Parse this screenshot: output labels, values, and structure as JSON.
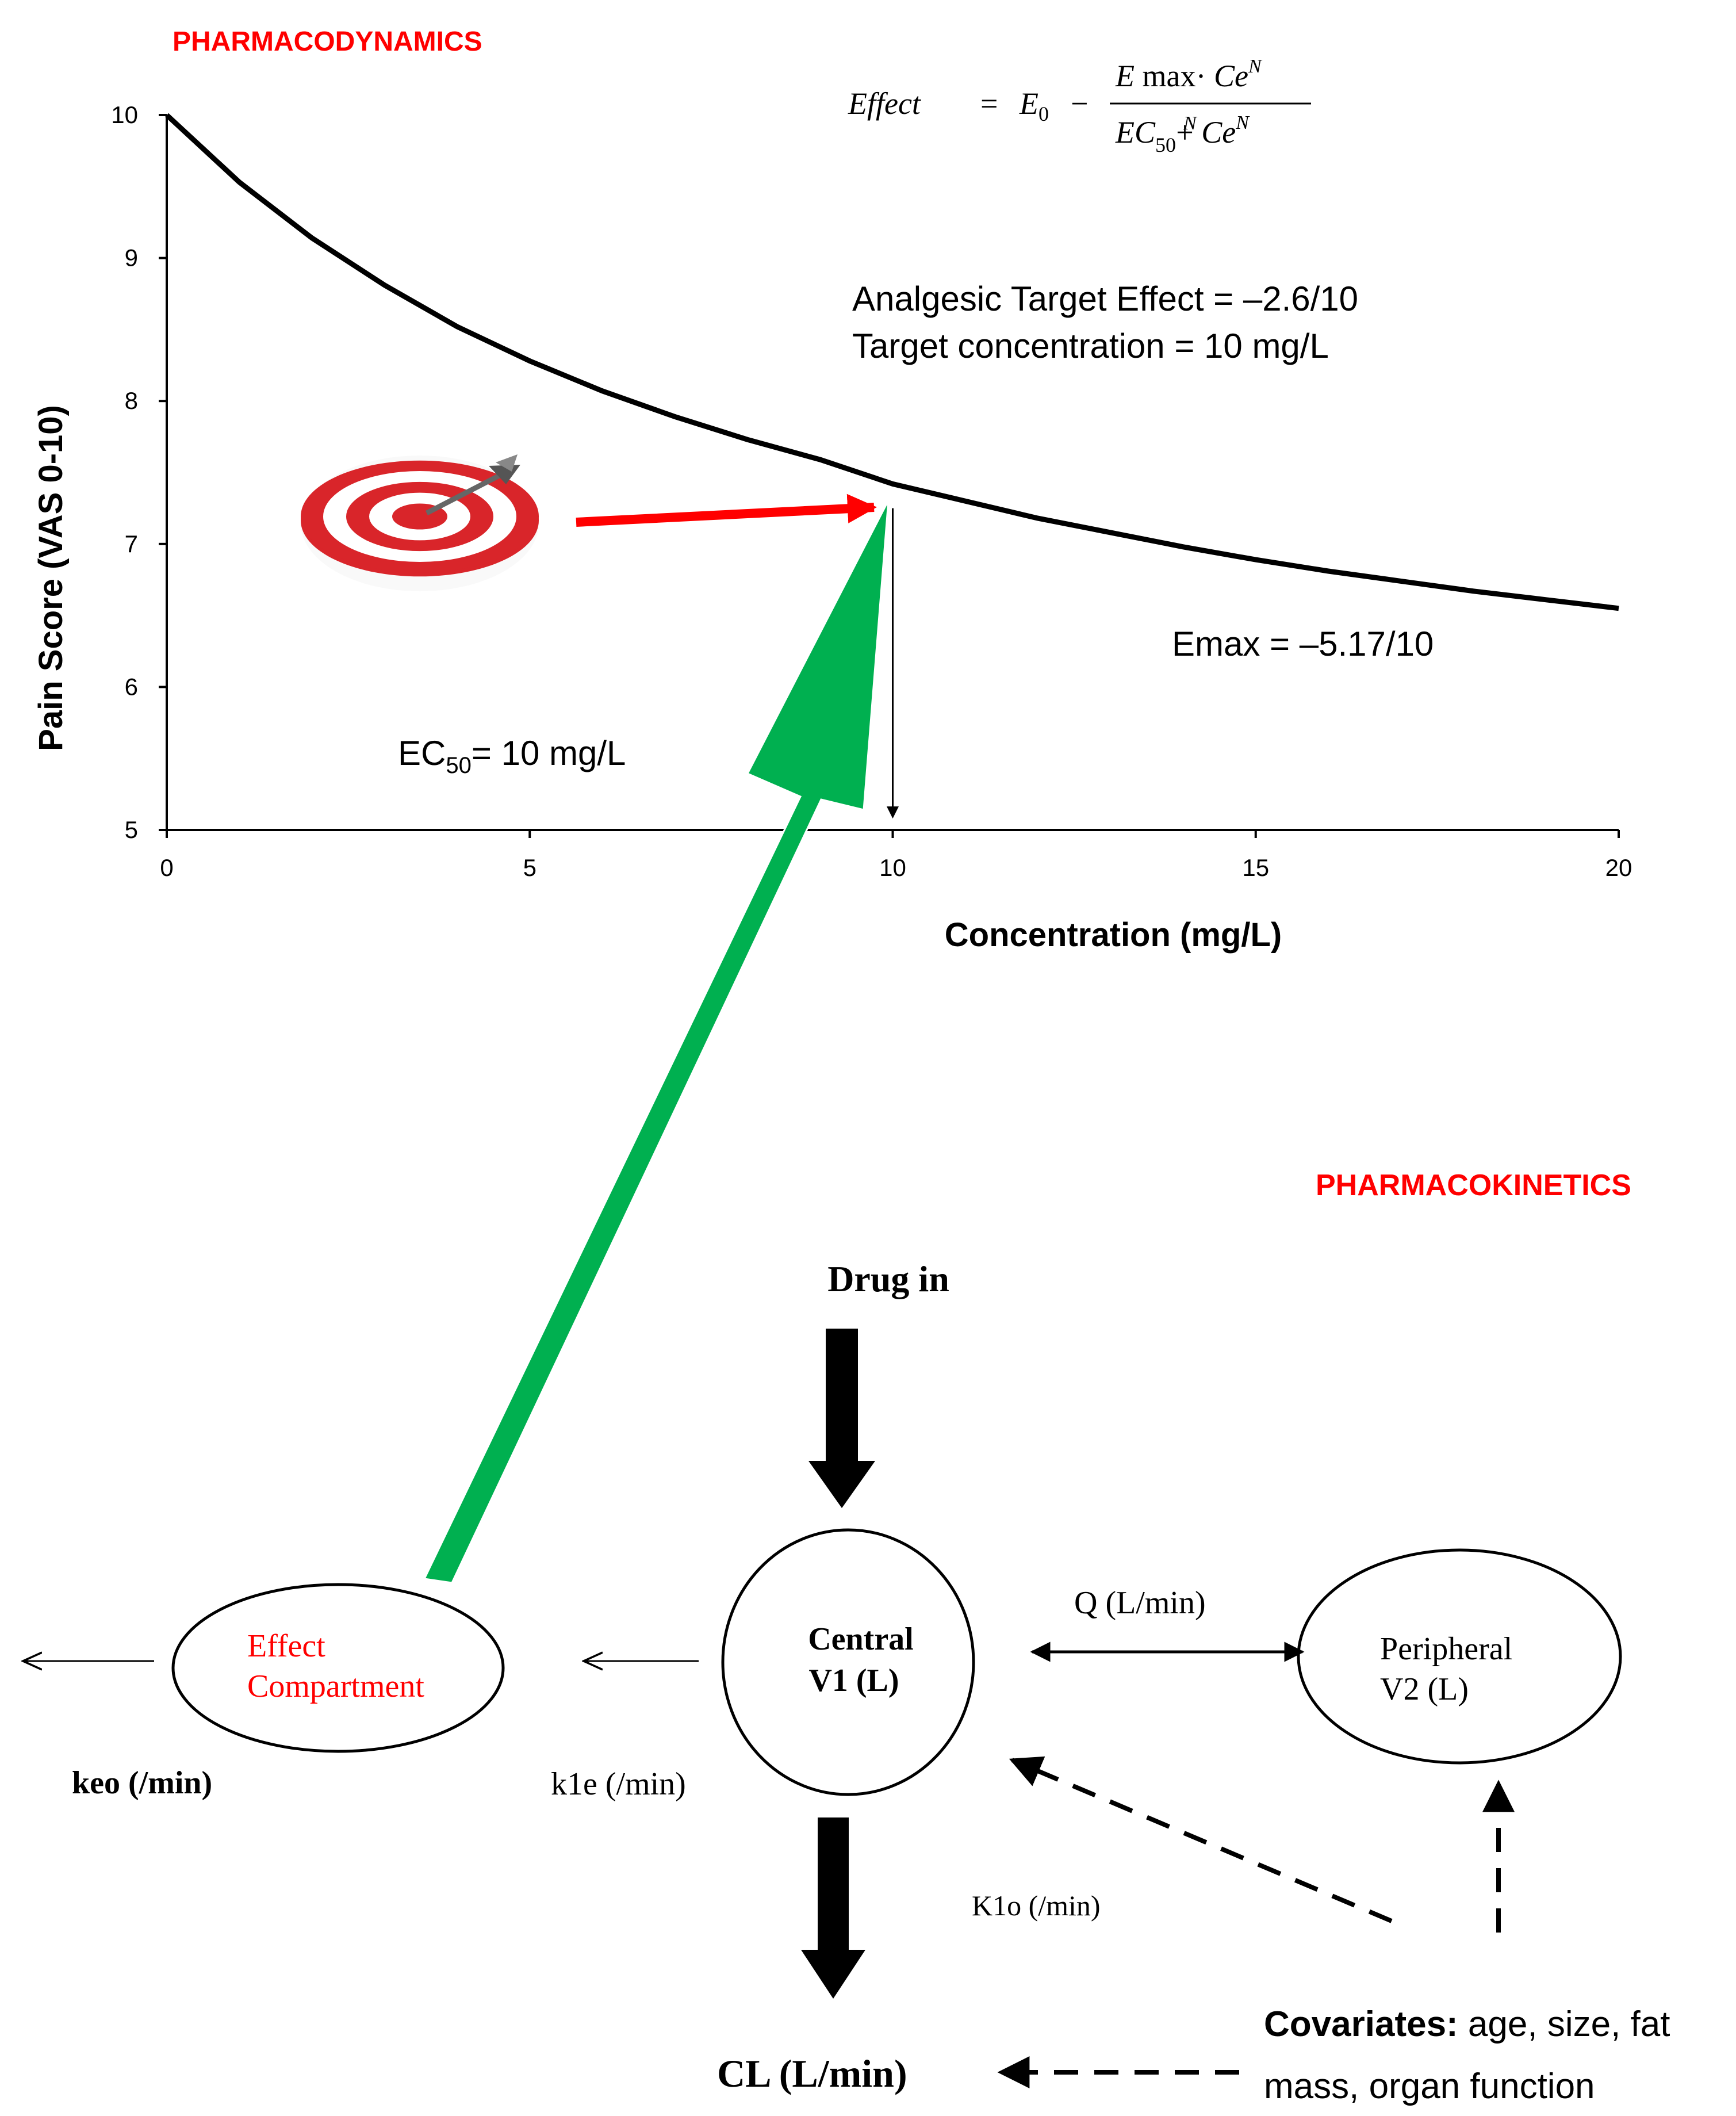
{
  "pd": {
    "section_title": "PHARMACODYNAMICS",
    "equation": {
      "lhs": "Effect",
      "eq": "=",
      "e0": "E",
      "e0_sub": "0",
      "minus": "−",
      "num_a": "E",
      "num_b": " max· ",
      "num_c": "Ce",
      "num_sup": "N",
      "den_a": "EC",
      "den_sub": "50",
      "den_sup": "N",
      "den_plus": " + ",
      "den_c": "Ce",
      "den_sup2": "N"
    },
    "target_effect": "Analgesic Target Effect = –2.6/10",
    "target_conc": "Target concentration = 10 mg/L",
    "emax_label": "Emax = –5.17/10",
    "ec50_prefix": "EC",
    "ec50_sub": "50",
    "ec50_suffix": "= 10 mg/L",
    "target_icon": "target-dartboard-icon"
  },
  "chart_data": {
    "type": "line",
    "xlabel": "Concentration (mg/L)",
    "ylabel": "Pain Score (VAS 0-10)",
    "xlim": [
      0,
      20
    ],
    "ylim": [
      5,
      10
    ],
    "xticks": [
      0,
      5,
      10,
      15,
      20
    ],
    "yticks": [
      5,
      6,
      7,
      8,
      9,
      10
    ],
    "x_tick_labels": [
      "0",
      "5",
      "10",
      "15",
      "20"
    ],
    "y_tick_labels": [
      "5",
      "6",
      "7",
      "8",
      "9",
      "10"
    ],
    "grid": false,
    "series": [
      {
        "x": [
          0,
          1,
          2,
          3,
          4,
          5,
          6,
          7,
          8,
          9,
          10,
          11,
          12,
          13,
          14,
          15,
          16,
          17,
          18,
          19,
          20
        ],
        "y": [
          10,
          9.53,
          9.14,
          8.81,
          8.52,
          8.28,
          8.07,
          7.89,
          7.73,
          7.59,
          7.42,
          7.3,
          7.18,
          7.08,
          6.98,
          6.89,
          6.81,
          6.74,
          6.67,
          6.61,
          6.55
        ],
        "color": "#000000"
      }
    ],
    "target_point": {
      "x": 10,
      "y": 7.25
    }
  },
  "pk": {
    "section_title": "PHARMACOKINETICS",
    "drug_in": "Drug in",
    "central_line1": "Central",
    "central_line2": "V1 (L)",
    "peripheral_line1": "Peripheral",
    "peripheral_line2": "V2 (L)",
    "effect_line1": "Effect",
    "effect_line2": "Compartment",
    "q_label": "Q (L/min)",
    "keo_label": "keo (/min)",
    "k1e_label": "k1e (/min)",
    "k10_label": "K1o (/min)",
    "cl_label": "CL (L/min)",
    "covariates_bold": "Covariates:",
    "covariates_line1": " age, size, fat",
    "covariates_line2": "mass, organ function"
  },
  "colors": {
    "accent_red": "#ff0000",
    "arrow_green": "#00b050",
    "ink": "#000000"
  }
}
